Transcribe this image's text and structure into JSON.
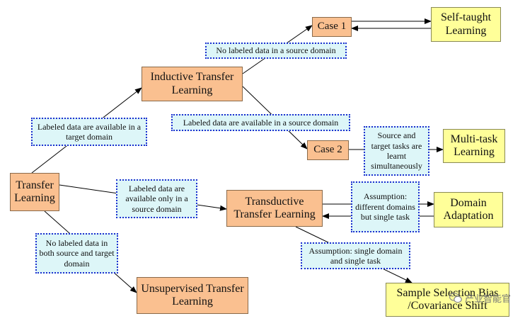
{
  "nodes": {
    "transfer_learning": "Transfer Learning",
    "inductive": "Inductive Transfer Learning",
    "transductive": "Transductive Transfer Learning",
    "unsupervised": "Unsupervised Transfer Learning",
    "case1": "Case 1",
    "case2": "Case 2",
    "self_taught": "Self-taught Learning",
    "multi_task": "Multi-task Learning",
    "domain_adaptation": "Domain Adaptation",
    "sample_selection": "Sample Selection Bias /Covariance Shift"
  },
  "notes": {
    "labeled_target": "Labeled data are available in a target domain",
    "no_labeled_source": "No labeled data in a source domain",
    "labeled_source": "Labeled data are available in a source domain",
    "source_target_tasks": "Source and target tasks are learnt simultaneously",
    "labeled_only_source": "Labeled data are available only in a source domain",
    "diff_domains": "Assumption: different domains but single task",
    "single_domain": "Assumption: single domain and single task",
    "no_labeled_both": "No labeled data in both source and target domain"
  },
  "watermark": "产业智能官",
  "colors": {
    "node_orange": "#fac090",
    "node_yellow": "#ffff99",
    "note_fill": "#ddf6f8",
    "note_border": "#1d2fd0"
  }
}
